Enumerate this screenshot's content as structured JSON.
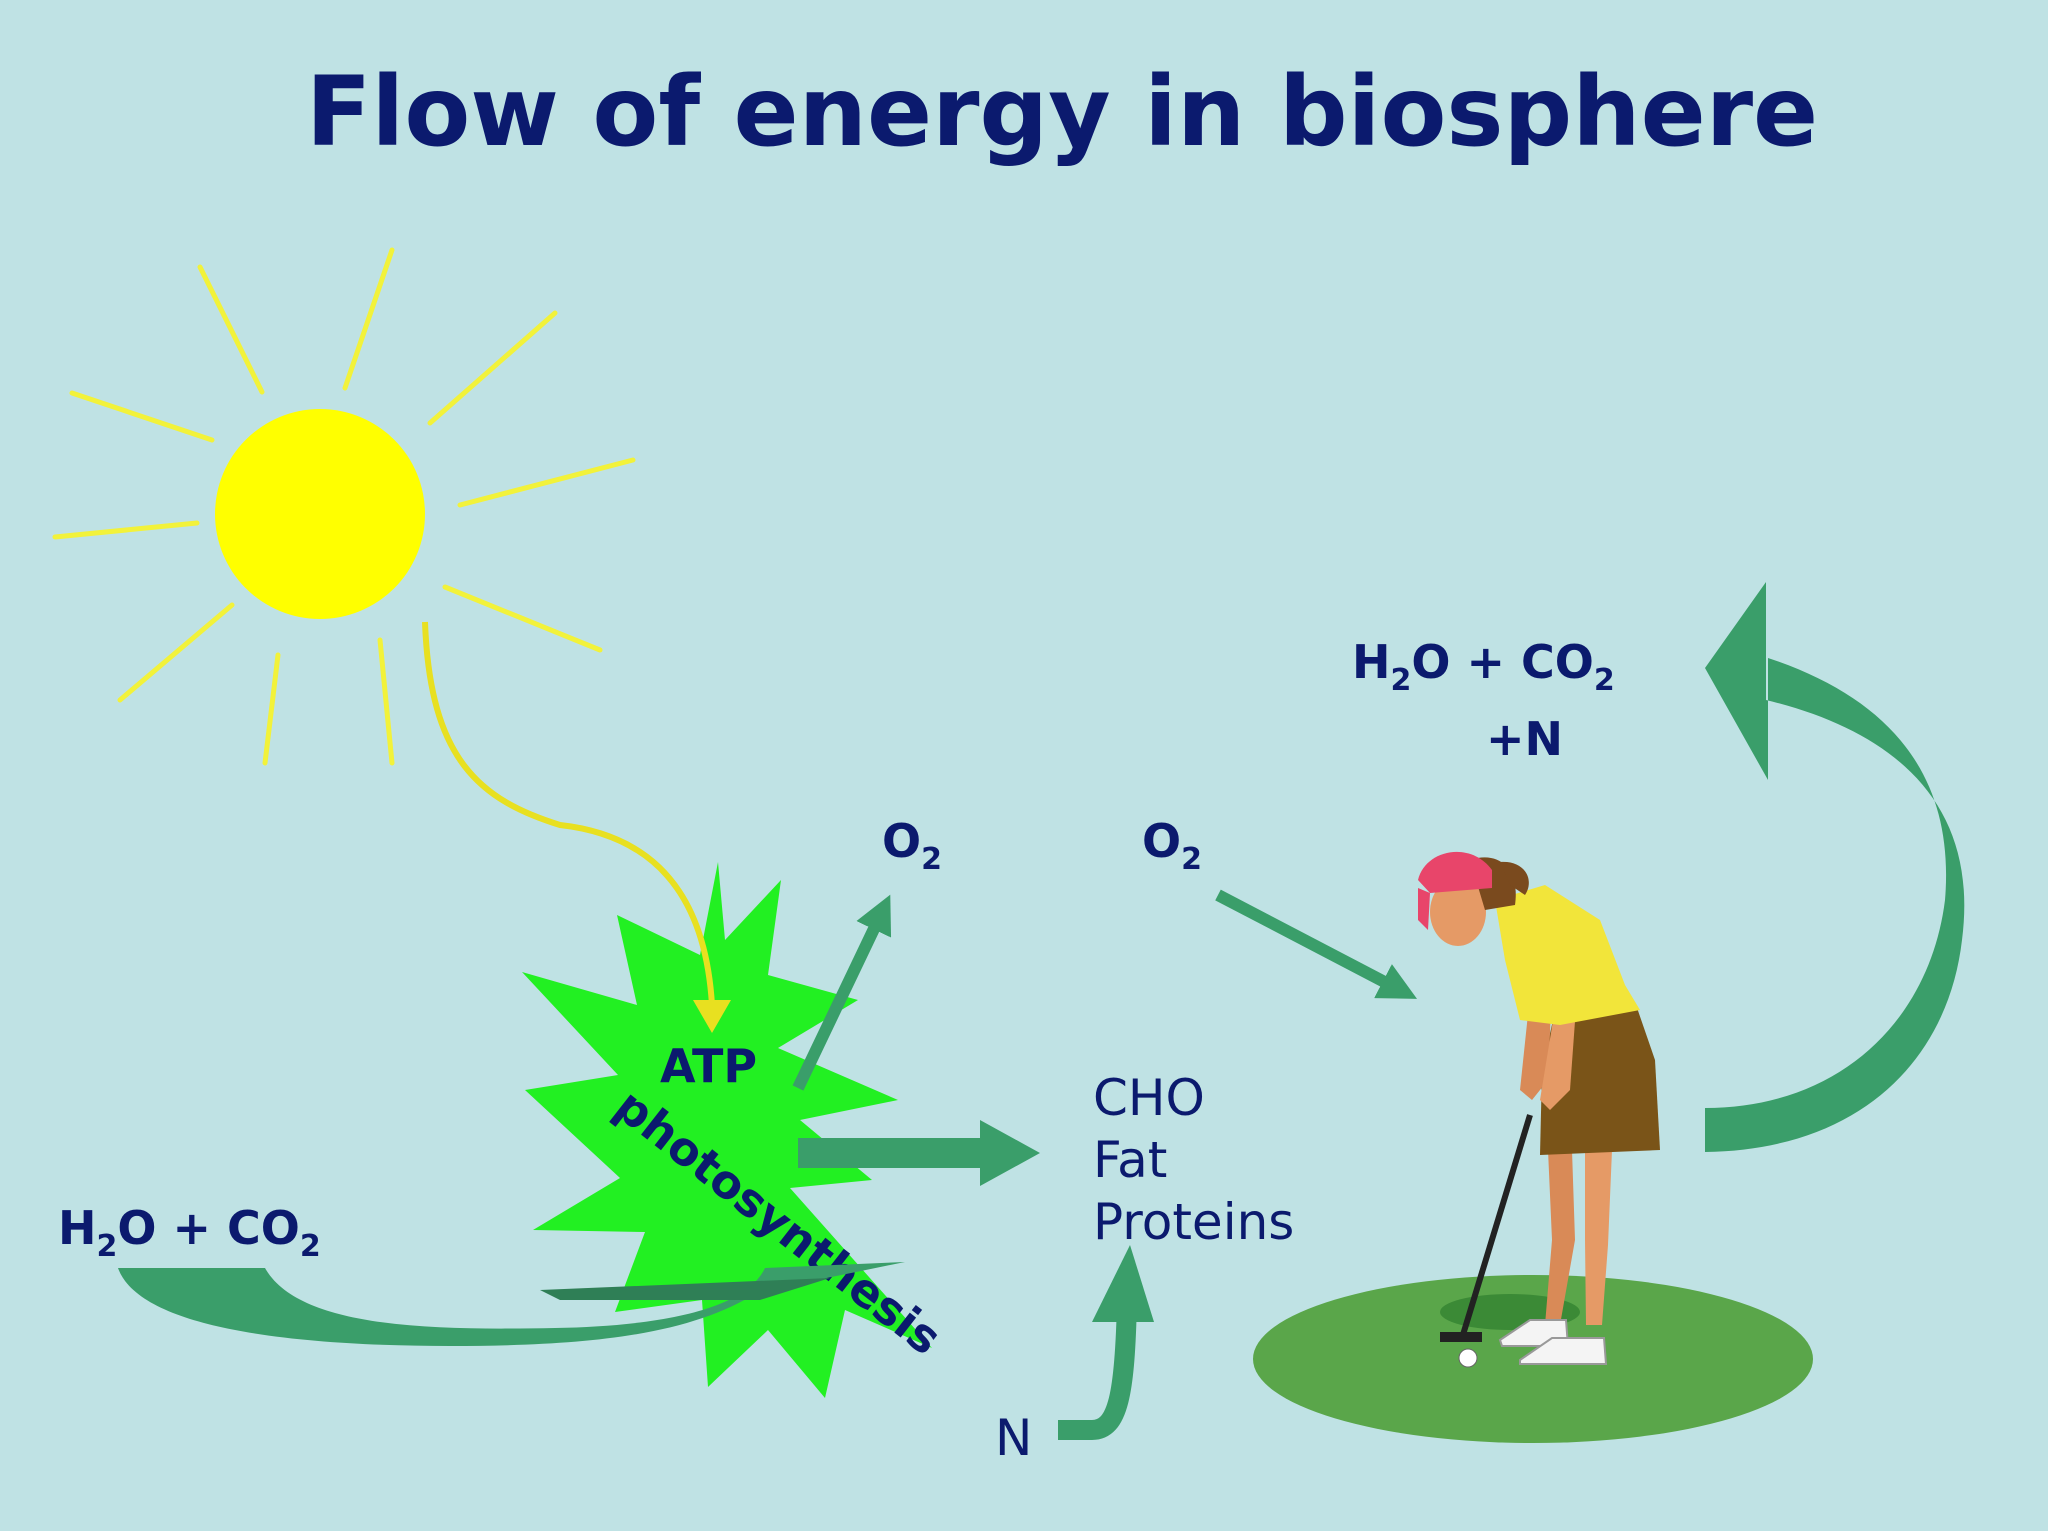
{
  "title": "Flow of energy in biosphere",
  "labels": {
    "reactants_left": {
      "part1": "H",
      "sub1": "2",
      "part2": "O + CO",
      "sub2": "2"
    },
    "o2_left": {
      "main": "O",
      "sub": "2"
    },
    "o2_right": {
      "main": "O",
      "sub": "2"
    },
    "products_right": {
      "part1": "H",
      "sub1": "2",
      "part2": "O + CO",
      "sub2": "2"
    },
    "plus_n": "+N",
    "atp": "ATP",
    "photosynthesis": "photosynthesis",
    "nutrients": [
      "CHO",
      "Fat",
      "Proteins"
    ],
    "nitrogen": "N"
  },
  "colors": {
    "background": "#bfe2e4",
    "text": "#0b1a6e",
    "sun": "#ffff00",
    "sun_ray": "#f2f23a",
    "starburst": "#22f022",
    "arrow_green": "#3a9e6a",
    "light_beam": "#e8e020",
    "grass": "#5aa64a"
  },
  "icons": [
    "sun-icon",
    "starburst-icon",
    "golfer-icon"
  ]
}
